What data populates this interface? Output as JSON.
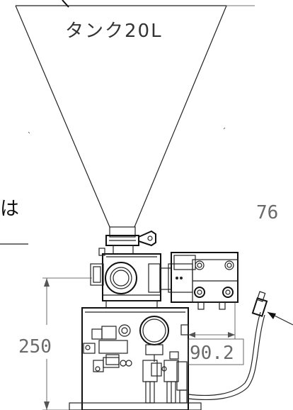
{
  "labels": {
    "tank": "タンク20L",
    "note_fragment": "は",
    "dim_height": "250",
    "dim_width": "90.2",
    "dim_side": "76"
  },
  "colors": {
    "line": "#222222",
    "dimension_text": "#6a6a6a"
  }
}
